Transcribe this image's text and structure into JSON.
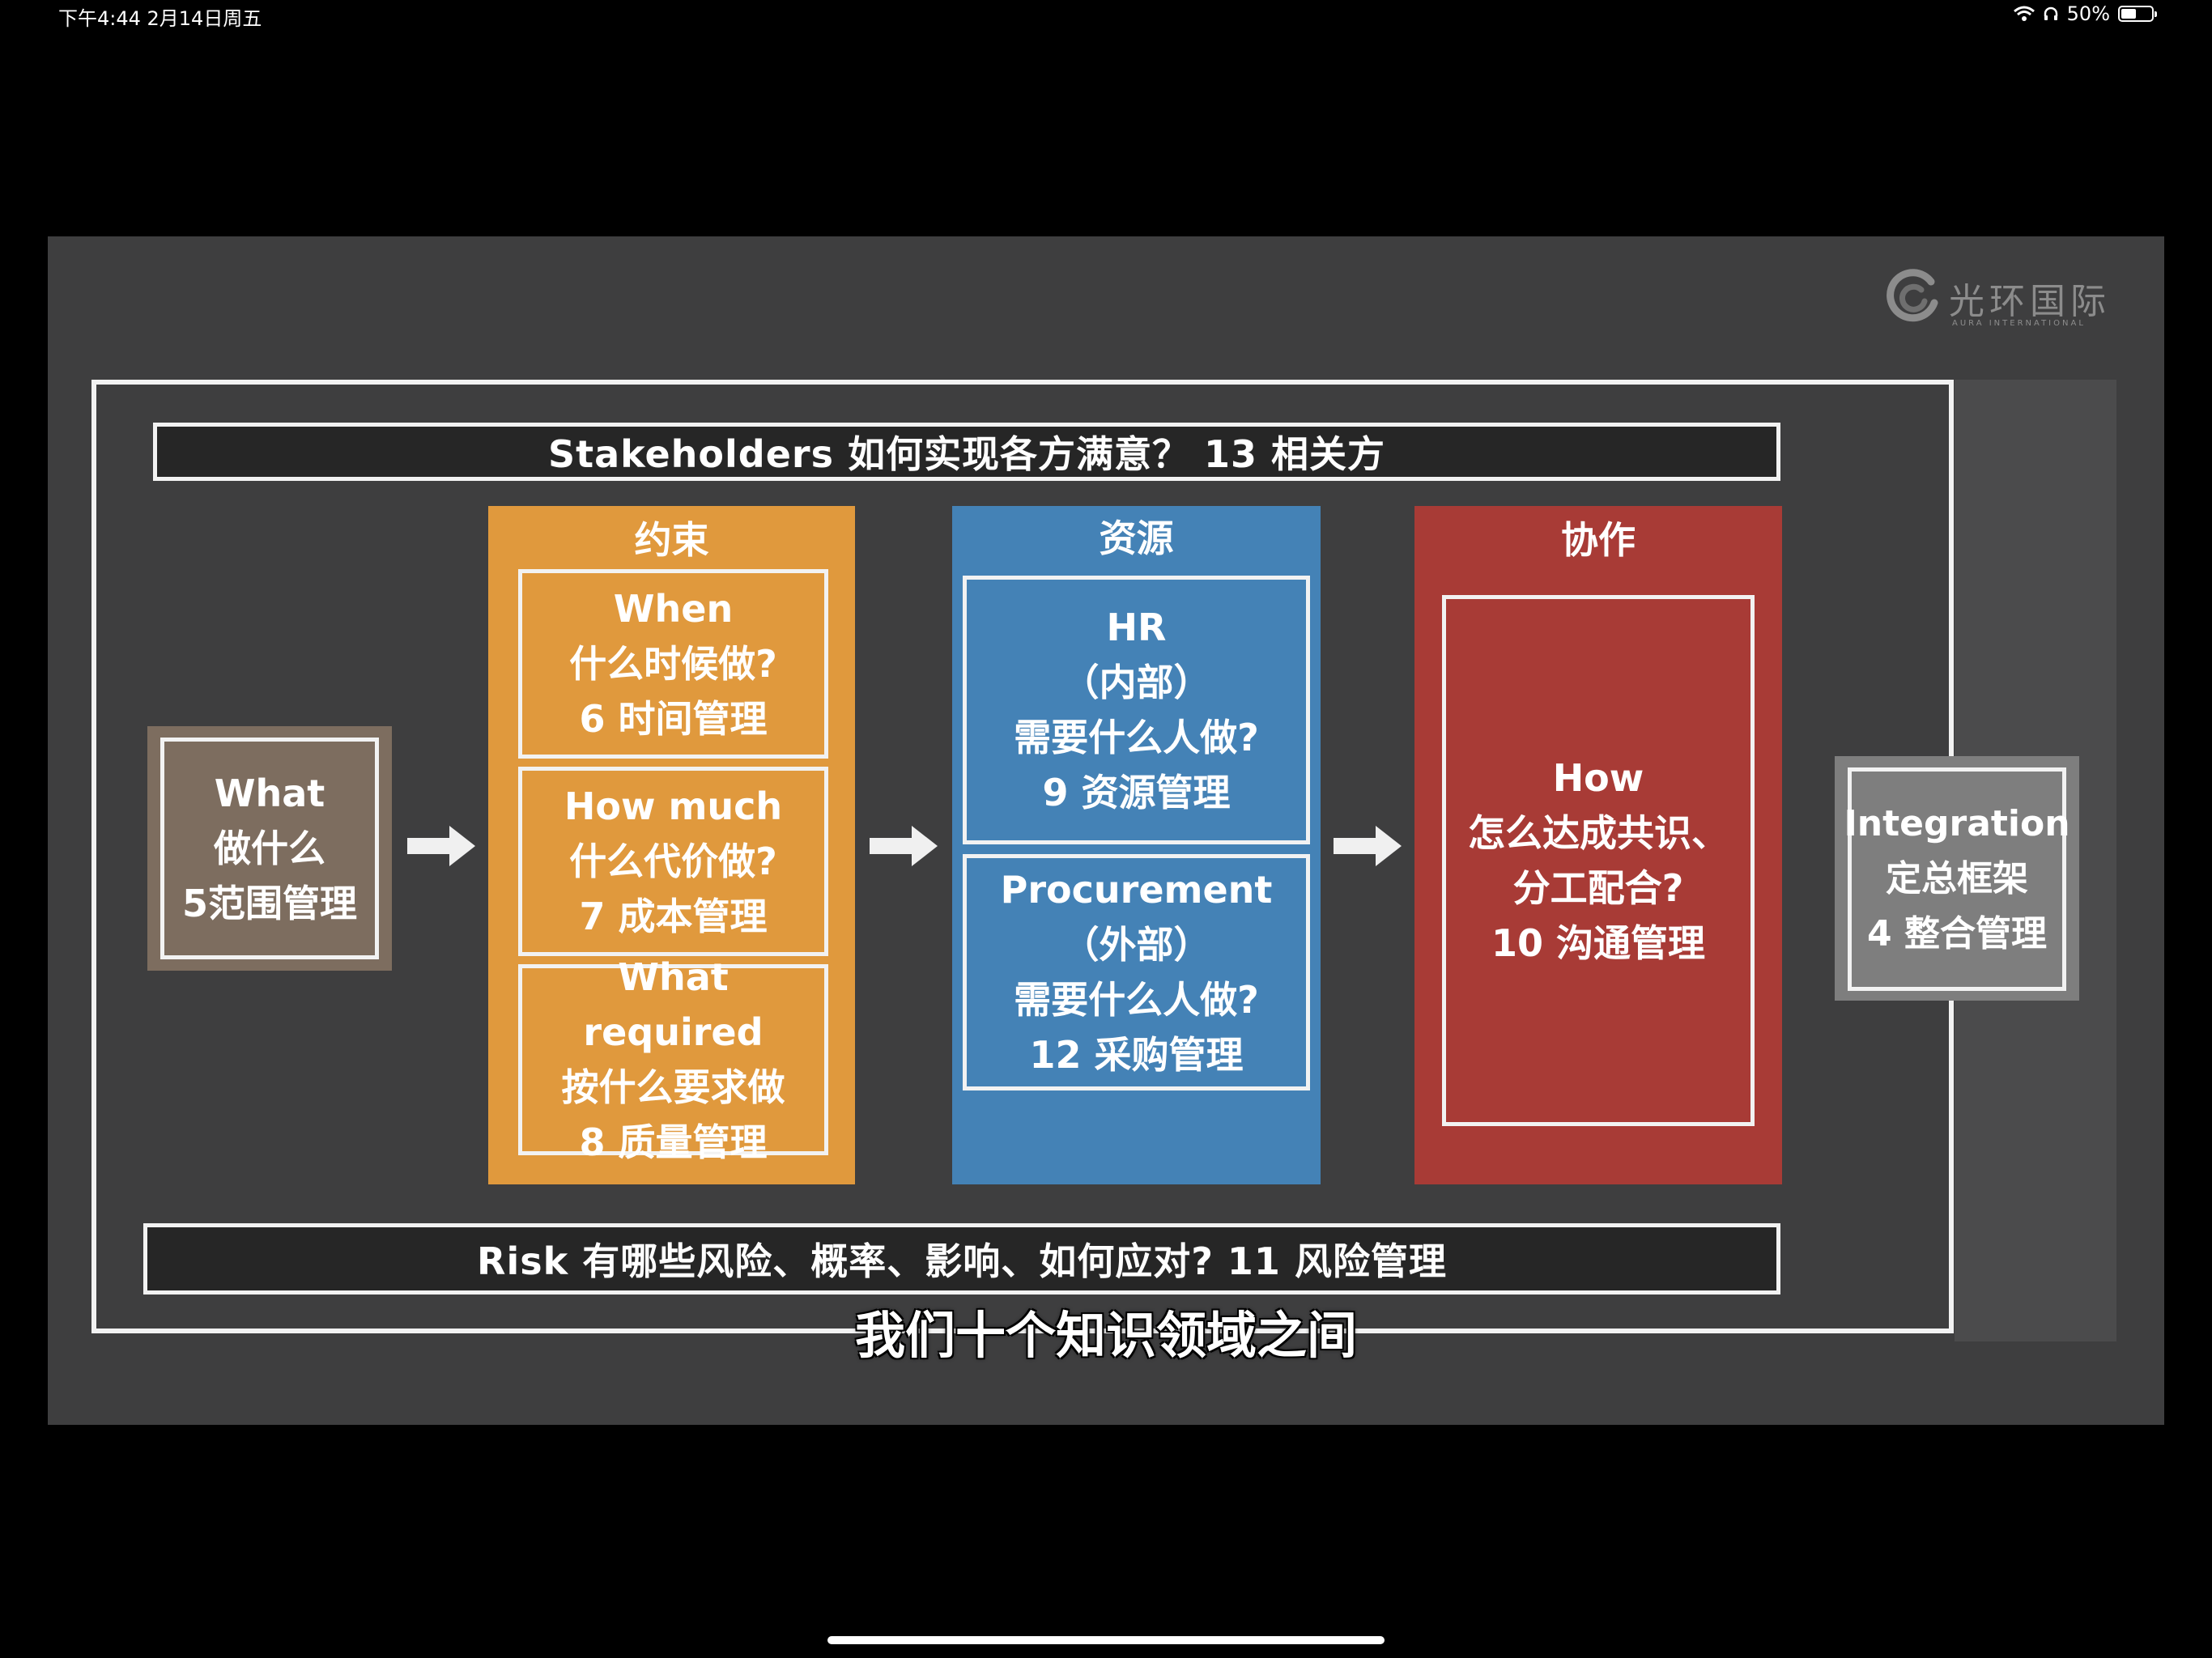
{
  "status_bar": {
    "time_date": "下午4:44   2月14日周五",
    "battery": "50%",
    "battery_level": 0.5
  },
  "slide": {
    "logo": {
      "text": "光环国际",
      "sub": "AURA INTERNATIONAL"
    },
    "stakeholders_bar": "Stakeholders   如何实现各方满意？  13 相关方",
    "what": [
      "What",
      "做什么",
      "5范围管理"
    ],
    "constraint": {
      "title": "约束",
      "when": [
        "When",
        "什么时候做?",
        "6 时间管理"
      ],
      "how_much": [
        "How much",
        "什么代价做?",
        "7 成本管理"
      ],
      "what_required": [
        "What required",
        "按什么要求做",
        "8 质量管理"
      ]
    },
    "resource": {
      "title": "资源",
      "hr": [
        "HR",
        "（内部）",
        "需要什么人做?",
        "9 资源管理"
      ],
      "procurement": [
        "Procurement",
        "（外部）",
        "需要什么人做?",
        "12 采购管理"
      ]
    },
    "collaboration": {
      "title": "协作",
      "how": [
        "How",
        "怎么达成共识、",
        "分工配合?",
        "10 沟通管理"
      ]
    },
    "integration": [
      "Integration",
      "定总框架",
      "4 整合管理"
    ],
    "risk_bar": "Risk  有哪些风险、概率、影响、如何应对?  11 风险管理"
  },
  "subtitle": "我们十个知识领域之间",
  "colors": {
    "constraint": "#e0993d",
    "resource": "#4482b6",
    "collaboration": "#a83b36",
    "what": "#7d6d5f",
    "integration": "#7e7e7e"
  }
}
